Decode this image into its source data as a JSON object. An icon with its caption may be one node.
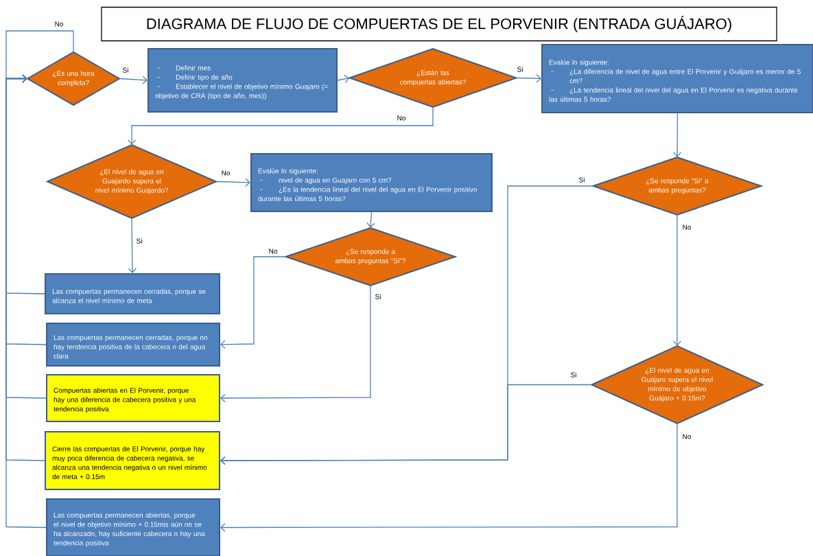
{
  "diagram": {
    "title": "DIAGRAMA DE FLUJO DE COMPUERTAS DE EL PORVENIR (ENTRADA GUÁJARO)",
    "nodes": [
      {
        "text": [
          "¿Es una hora completa?"
        ]
      },
      {
        "text": [
          "Definir mes",
          "Definir tipo de año",
          "Establecer el nivel de objetivo mínimo Guajaro (= objetivo de CRA (tipo de año, mes))"
        ]
      },
      {
        "text": [
          "¿Están las compuertas abiertas?"
        ]
      },
      {
        "text": [
          "Evalúe lo siguiente:",
          "¿La diferencia de nivel de agua entre El Porvenir y Guájaro es menor de 5 cm?",
          "¿La tendencia lineal del nivel del agua en El Porvenir es negativa durante las últimas 5 horas?"
        ]
      },
      {
        "text": [
          "¿El nivel de agua en Guajardo supera el nivel mínimo Guajardo?"
        ]
      },
      {
        "text": [
          "Evalúe lo siguiente:",
          "nivel de agua en Guajaro con 5 cm?",
          "¿Es la tendencia lineal del nivel del agua en El Porvenir positivo durante las últimas 5 horas?"
        ]
      },
      {
        "text": [
          "¿Se responde \"Si“ a ambas preguntas?"
        ]
      },
      {
        "text": [
          "¿Se responde a ambas preguntas \"Si\"?"
        ]
      },
      {
        "text": [
          "Las compuertas permanecen cerradas, porque se alcanza el nivel mínimo de meta"
        ]
      },
      {
        "text": [
          "Las compuertas permanecen cerradas, porque no hay tendencia positiva de la cabecera o del agua clara"
        ]
      },
      {
        "text": [
          "Compuertas abiertas en El Porvenir, porque hay una diferencia de cabecera positiva y una tendencia positiva"
        ]
      },
      {
        "text": [
          "Cierre las compuertas de El Porvenir, porque hay muy poca diferencia de cabecera negativa, se alcanza una tendencia negativa o un nivel mínimo de meta + 0.15m"
        ]
      },
      {
        "text": [
          "Las compuertas permanecen abiertas, porque el nivel de objetivo mínimo + 0.15mis aún no se ha alcanzado, hay suficiente cabecera o hay una tendencia positiva"
        ]
      },
      {
        "text": [
          "¿El nivel de agua en Guájaro supera el nivel mínimo de objetivo Guájaro + 0.15m?"
        ]
      }
    ],
    "edges": [
      {
        "from": 0,
        "to": 1,
        "arrow": "to",
        "label": "Si"
      },
      {
        "from": 0,
        "to": 0,
        "arrow": "to",
        "label": "No"
      },
      {
        "from": 1,
        "to": 2,
        "arrow": "to"
      },
      {
        "from": 2,
        "to": 3,
        "arrow": "to",
        "label": "Si"
      },
      {
        "from": 2,
        "to": 4,
        "arrow": "to",
        "label": "No"
      },
      {
        "from": 3,
        "to": 6,
        "arrow": "to"
      },
      {
        "from": 4,
        "to": 5,
        "arrow": "to",
        "label": "No"
      },
      {
        "from": 4,
        "to": 8,
        "arrow": "to",
        "label": "Si"
      },
      {
        "from": 5,
        "to": 7,
        "arrow": "to"
      },
      {
        "from": 6,
        "to": 11,
        "arrow": "to",
        "label": "Si"
      },
      {
        "from": 6,
        "to": 13,
        "arrow": "to",
        "label": "No"
      },
      {
        "from": 7,
        "to": 9,
        "arrow": "to",
        "label": "No"
      },
      {
        "from": 7,
        "to": 10,
        "arrow": "to",
        "label": "Si"
      },
      {
        "from": 13,
        "to": 11,
        "arrow": "to",
        "label": "Si"
      },
      {
        "from": 13,
        "to": 12,
        "arrow": "to",
        "label": "No"
      },
      {
        "from": 8,
        "to": 0,
        "arrow": "to"
      },
      {
        "from": 9,
        "to": 0,
        "arrow": "to"
      },
      {
        "from": 10,
        "to": 0,
        "arrow": "to"
      },
      {
        "from": 11,
        "to": 0,
        "arrow": "to"
      },
      {
        "from": 12,
        "to": 0,
        "arrow": "to"
      }
    ]
  }
}
